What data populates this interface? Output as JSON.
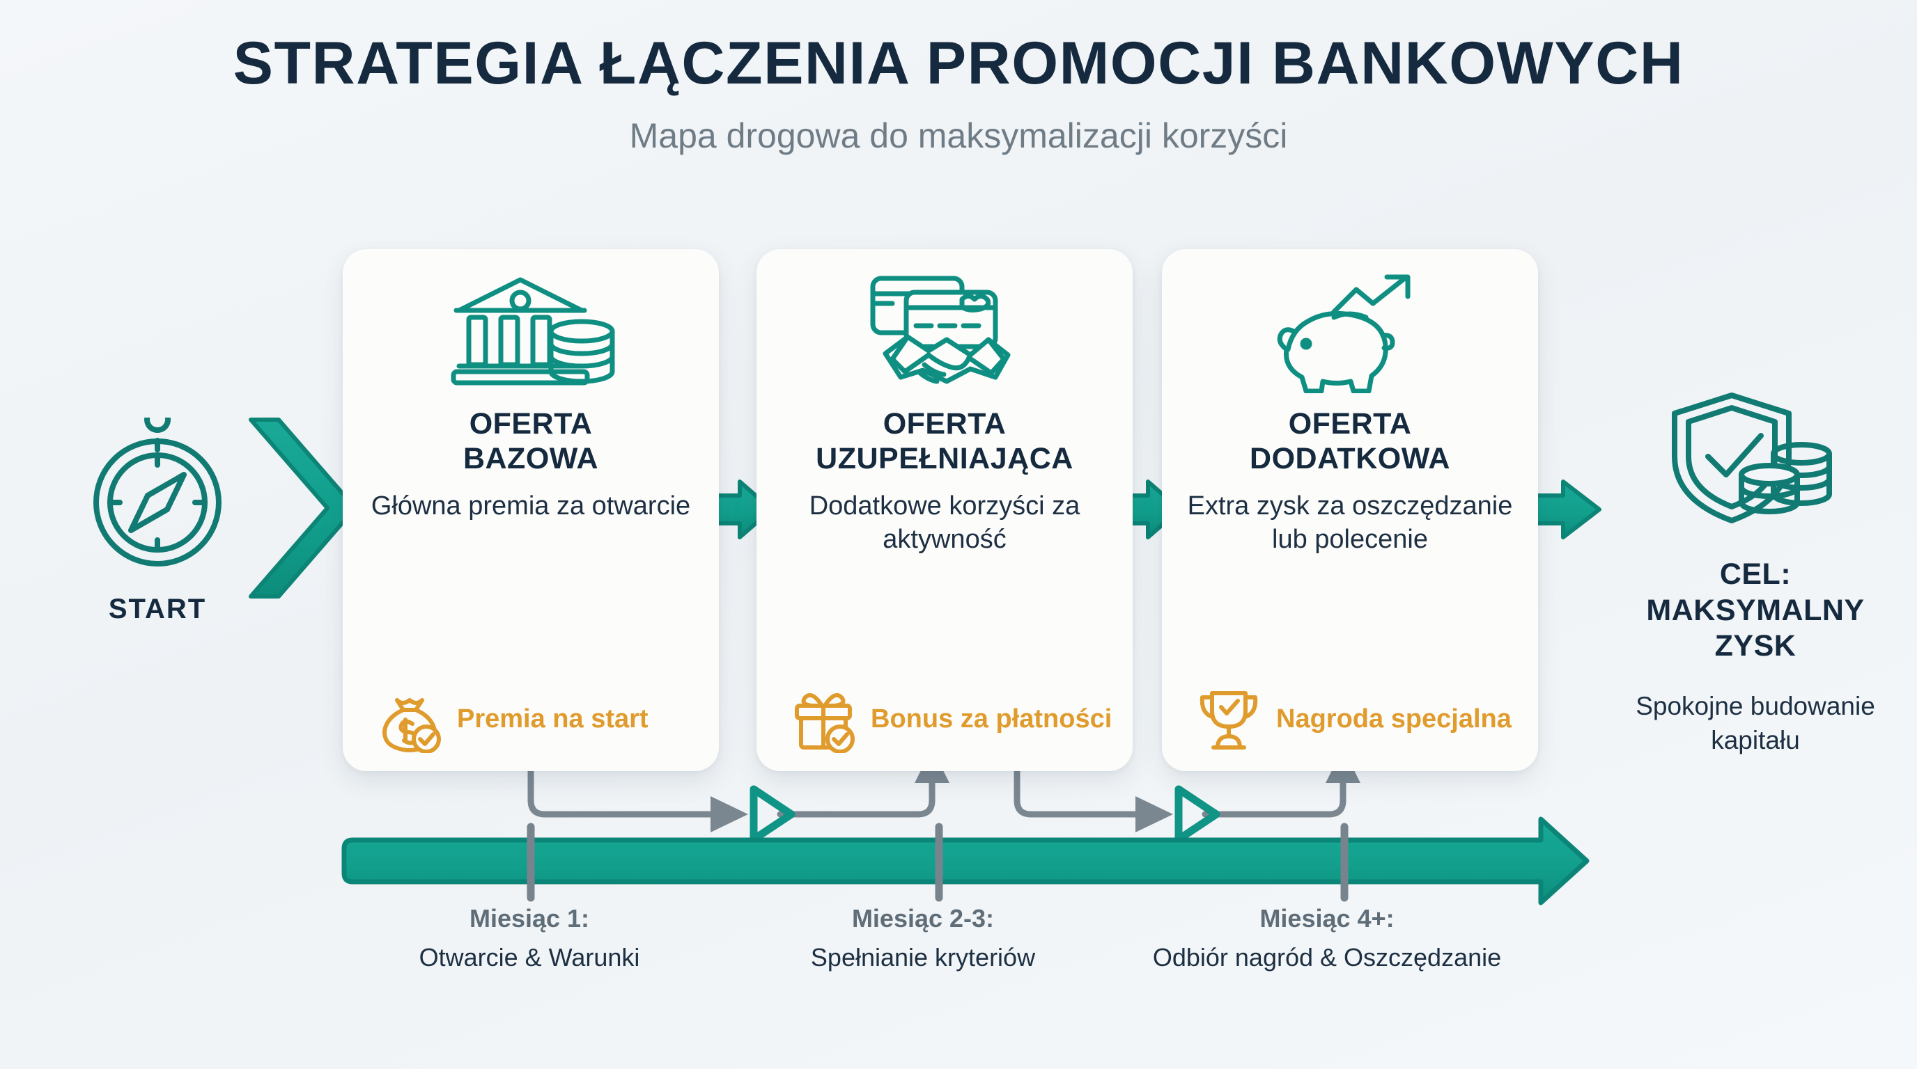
{
  "header": {
    "title": "STRATEGIA ŁĄCZENIA PROMOCJI BANKOWYCH",
    "subtitle": "Mapa drogowa do maksymalizacji korzyści"
  },
  "colors": {
    "background": "#f3f6f8",
    "teal": "#14a08e",
    "teal_dark": "#0f766e",
    "navy": "#152a3f",
    "orange": "#e09b2d",
    "gray_line": "#7a8791",
    "card_bg": "#fcfcfb"
  },
  "start": {
    "icon": "compass-icon",
    "arrow_icon": "chevron-right-icon",
    "label": "START"
  },
  "cards": [
    {
      "icon": "bank-coins-icon",
      "title": "OFERTA\nBAZOWA",
      "title_lines": [
        "OFERTA",
        "BAZOWA"
      ],
      "description": "Główna premia za otwarcie",
      "badge_icon": "money-bag-check-icon",
      "badge_text": "Premia na start"
    },
    {
      "icon": "handshake-cards-icon",
      "title": "OFERTA\nUZUPEŁNIAJĄCA",
      "title_lines": [
        "OFERTA",
        "UZUPEŁNIAJĄCA"
      ],
      "description": "Dodatkowe korzyści za aktywność",
      "badge_icon": "gift-check-icon",
      "badge_text": "Bonus za płatności"
    },
    {
      "icon": "piggy-bank-growth-icon",
      "title": "OFERTA\nDODATKOWA",
      "title_lines": [
        "OFERTA",
        "DODATKOWA"
      ],
      "description": "Extra zysk za oszczędzanie lub polecenie",
      "badge_icon": "trophy-check-icon",
      "badge_text": "Nagroda specjalna"
    }
  ],
  "arrows_between_cards": [
    "arrow-right-icon",
    "arrow-right-icon",
    "arrow-right-icon"
  ],
  "goal": {
    "icon": "shield-check-coins-icon",
    "title": "CEL:\nMAKSYMALNY ZYSK",
    "title_lines": [
      "CEL:",
      "MAKSYMALNY",
      "ZYSK"
    ],
    "description": "Spokojne budowanie kapitału"
  },
  "timeline": {
    "bar_icon": "timeline-arrow-bar",
    "milestones": [
      {
        "period": "Miesiąc 1:",
        "event": "Otwarcie & Warunki"
      },
      {
        "period": "Miesiąc 2-3:",
        "event": "Spełnianie kryteriów"
      },
      {
        "period": "Miesiąc 4+:",
        "event": "Odbiór nagród & Oszczędzanie"
      }
    ]
  }
}
